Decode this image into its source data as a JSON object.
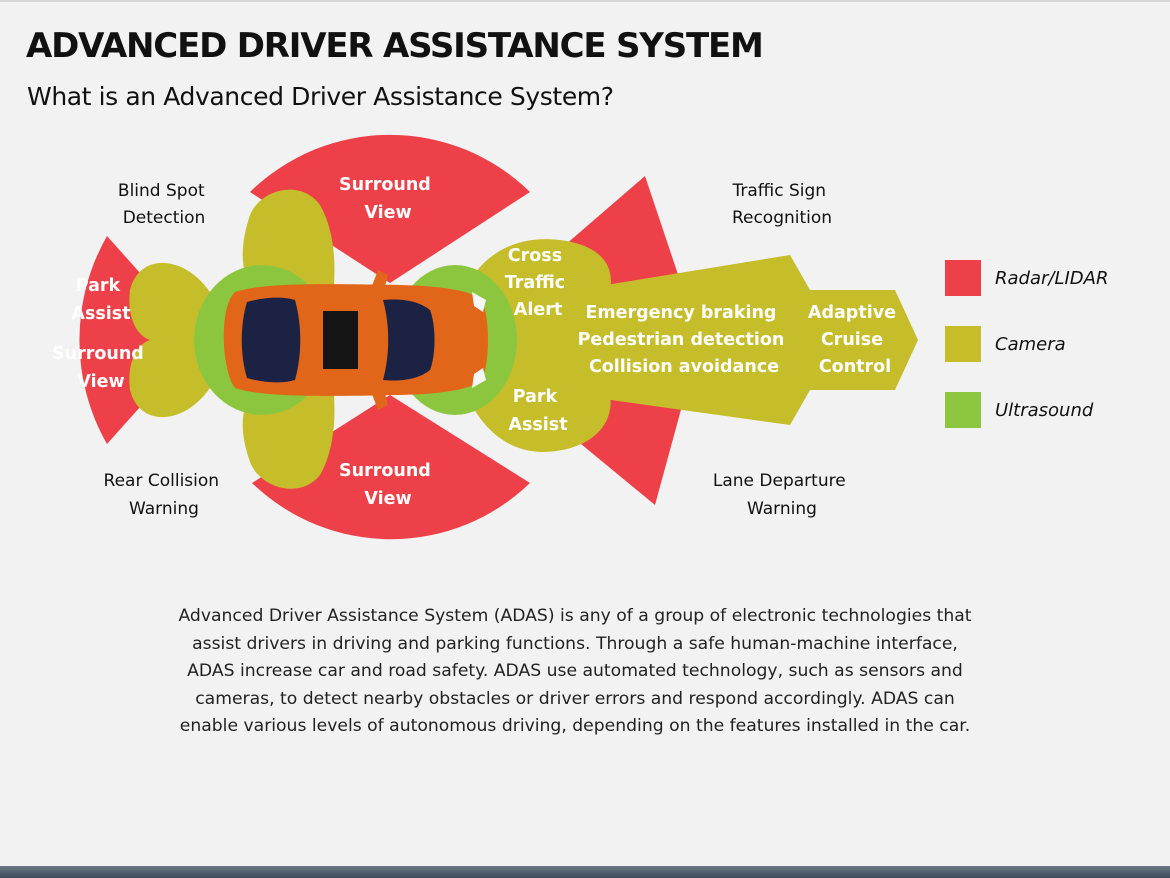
{
  "title": "ADVANCED DRIVER ASSISTANCE SYSTEM",
  "subtitle": "What is an Advanced Driver Assistance System?",
  "colors": {
    "radar": "#ed4048",
    "camera": "#c6bd2b",
    "ultrasound": "#8cc63f",
    "car_body": "#e2661a",
    "car_glass": "#1b2244"
  },
  "diagram": {
    "surround_view_top": [
      "Surround",
      "View"
    ],
    "surround_view_bottom": [
      "Surround",
      "View"
    ],
    "park_assist_left": [
      "Park",
      "Assist"
    ],
    "surround_view_left": [
      "Surround",
      "View"
    ],
    "cross_traffic_alert": [
      "Cross",
      "Traffic",
      "Alert"
    ],
    "park_assist_right": [
      "Park",
      "Assist"
    ],
    "emergency_block": [
      "Emergency braking",
      "Pedestrian detection",
      "Collision avoidance"
    ],
    "adaptive_cruise": [
      "Adaptive",
      "Cruise",
      "Control"
    ],
    "blind_spot": [
      "Blind Spot",
      "Detection"
    ],
    "rear_collision": [
      "Rear Collision",
      "Warning"
    ],
    "traffic_sign": [
      "Traffic Sign",
      "Recognition"
    ],
    "lane_departure": [
      "Lane Departure",
      "Warning"
    ]
  },
  "legend": [
    {
      "label": "Radar/LIDAR",
      "color": "#ed4048"
    },
    {
      "label": "Camera",
      "color": "#c6bd2b"
    },
    {
      "label": "Ultrasound",
      "color": "#8cc63f"
    }
  ],
  "description": [
    "Advanced Driver Assistance System (ADAS) is any of a group of electronic technologies that",
    "assist drivers in driving and parking functions. Through a safe human-machine interface,",
    "ADAS increase car and road safety. ADAS use automated technology, such as sensors and",
    "cameras, to detect nearby obstacles or driver errors and respond accordingly. ADAS can",
    "enable various levels of autonomous driving, depending on the features installed in the car."
  ]
}
